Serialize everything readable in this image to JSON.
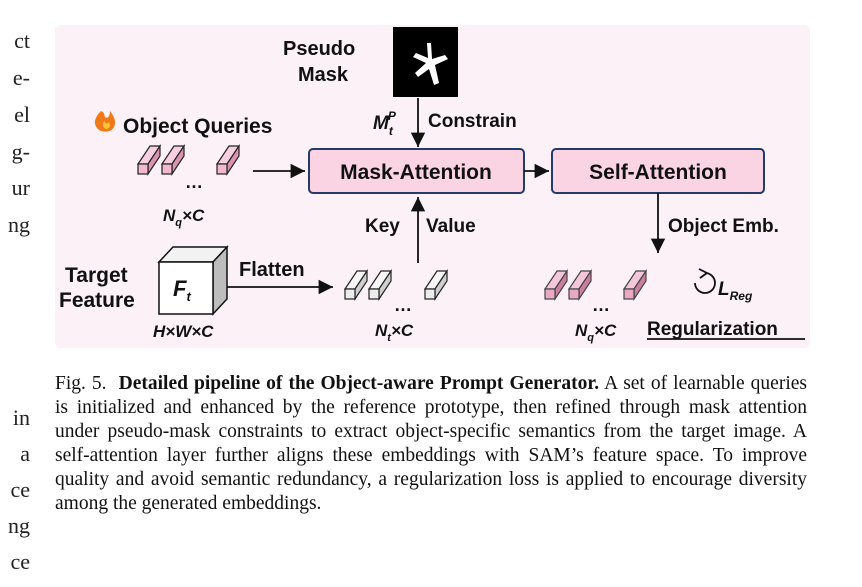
{
  "left_fragments": [
    "ct",
    "e-",
    "el",
    "g-",
    "ur",
    "ng",
    "in",
    "a",
    "ce",
    "ng",
    "ce"
  ],
  "figure": {
    "pseudo_mask_line1": "Pseudo",
    "pseudo_mask_line2": "Mask",
    "mask_symbol_main": "M",
    "mask_symbol_sub": "t",
    "mask_symbol_sup": "P",
    "constrain_label": "Constrain",
    "object_queries_label": "Object Queries",
    "fire_icon": "fire-icon",
    "mask_attention_label": "Mask-Attention",
    "self_attention_label": "Self-Attention",
    "nq_c_label_main": "N",
    "nq_c_label_sub": "q",
    "nq_c_label_rest": "×C",
    "key_label": "Key",
    "value_label": "Value",
    "object_emb_label": "Object Emb.",
    "target_label_line1": "Target",
    "target_label_line2": "Feature",
    "ft_main": "F",
    "ft_sub": "t",
    "flatten_label": "Flatten",
    "hwc_label": "H×W×C",
    "nt_c_label_main": "N",
    "nt_c_label_sub": "t",
    "nt_c_label_rest": "×C",
    "nq_c2_label_main": "N",
    "nq_c2_label_sub": "q",
    "nq_c2_label_rest": "×C",
    "lreg_main": "L",
    "lreg_sub": "Reg",
    "regularization_label": "Regularization",
    "ellipsis": "…",
    "colors": {
      "panel_bg": "#fbf1f6",
      "box_fill": "#fbd4e4",
      "box_border": "#243a6b",
      "token_pink": "#f2b8d0",
      "token_gray": "#ececec"
    }
  },
  "caption": {
    "fig_label": "Fig. 5.",
    "lead": "Detailed pipeline of the Object-aware Prompt Generator.",
    "body": " A set of learnable queries is initialized and enhanced by the reference prototype, then refined through mask attention under pseudo-mask constraints to extract object-specific semantics from the target image. A self-attention layer further aligns these embeddings with SAM’s feature space. To improve quality and avoid semantic redundancy, a regularization loss is applied to encourage diversity among the generated embeddings."
  }
}
